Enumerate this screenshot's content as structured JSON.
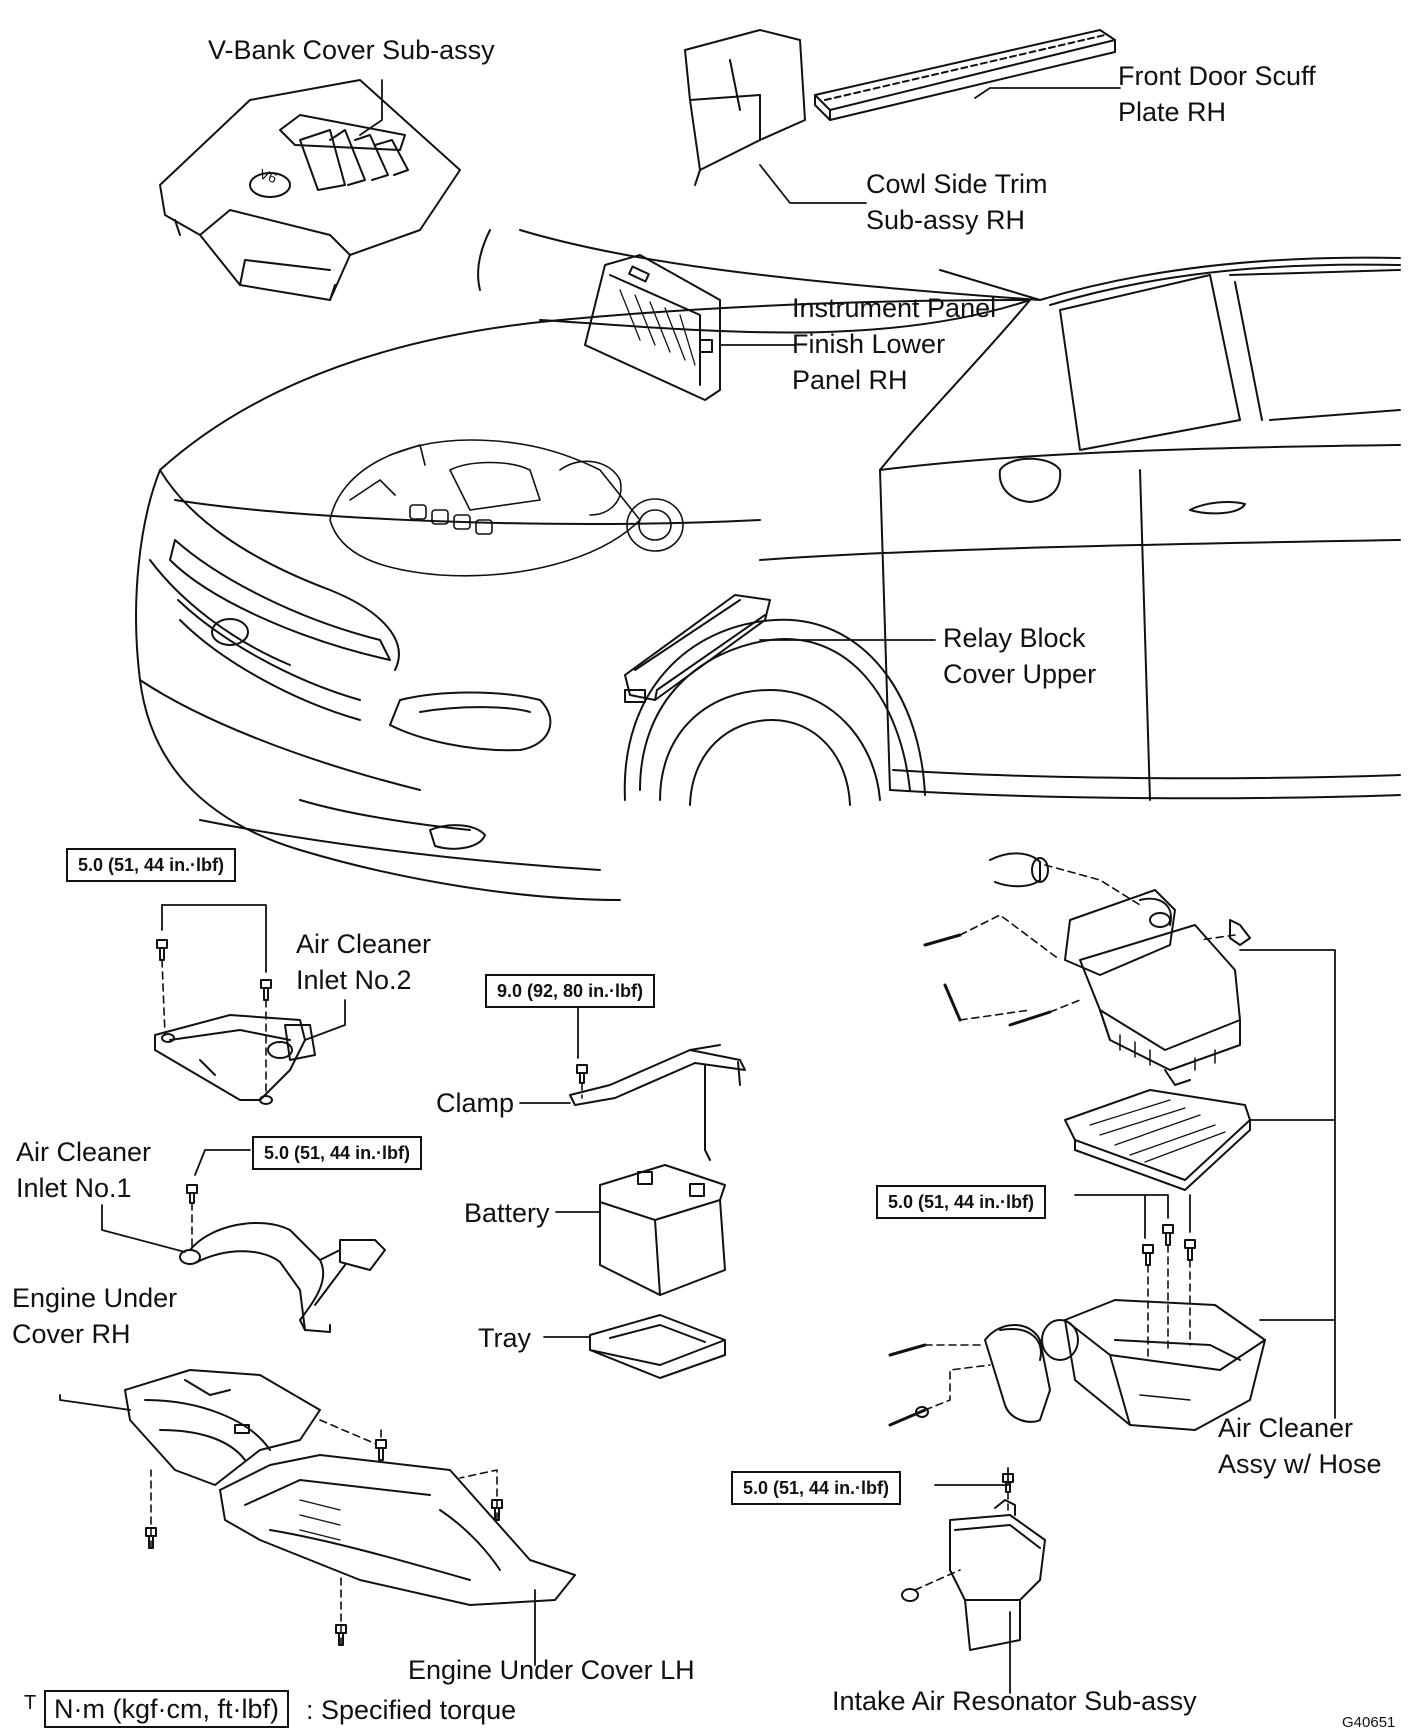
{
  "parts": {
    "v_bank_cover": "V-Bank  Cover Sub-assy",
    "front_door_scuff_1": "Front Door Scuff",
    "front_door_scuff_2": "Plate RH",
    "cowl_side_trim_1": "Cowl Side Trim",
    "cowl_side_trim_2": "Sub-assy  RH",
    "instrument_panel_1": "Instrument Panel",
    "instrument_panel_2": "Finish Lower",
    "instrument_panel_3": "Panel RH",
    "relay_block_1": "Relay Block",
    "relay_block_2": "Cover Upper",
    "air_cleaner_inlet2_1": "Air Cleaner",
    "air_cleaner_inlet2_2": "Inlet No.2",
    "clamp": "Clamp",
    "air_cleaner_inlet1_1": "Air Cleaner",
    "air_cleaner_inlet1_2": "Inlet No.1",
    "battery": "Battery",
    "tray": "Tray",
    "engine_under_cover_rh_1": "Engine Under",
    "engine_under_cover_rh_2": "Cover RH",
    "air_cleaner_assy_1": "Air Cleaner",
    "air_cleaner_assy_2": "Assy w/ Hose",
    "engine_under_cover_lh": "Engine Under Cover LH",
    "intake_air_resonator": "Intake Air Resonator Sub-assy"
  },
  "torques": {
    "inlet2": "5.0 (51, 44 in.·lbf)",
    "clamp": "9.0 (92, 80 in.·lbf)",
    "inlet1": "5.0 (51, 44 in.·lbf)",
    "air_cleaner": "5.0 (51, 44 in.·lbf)",
    "resonator": "5.0 (51, 44 in.·lbf)"
  },
  "legend": {
    "symbol": "T",
    "unit": "N·m (kgf·cm, ft·lbf)",
    "description": ": Specified torque"
  },
  "figure_code": "G40651"
}
